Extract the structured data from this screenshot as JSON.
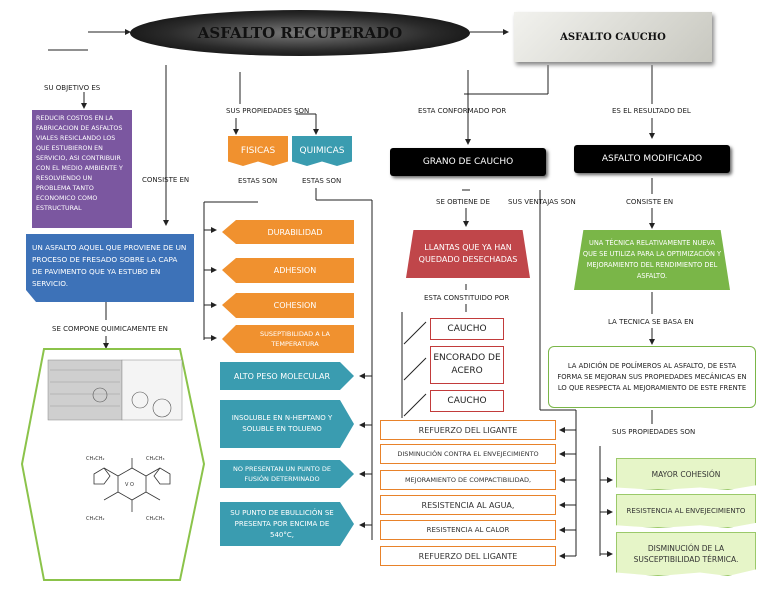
{
  "title": "ASFALTO RECUPERADO",
  "caucho_title": "ASFALTO CAUCHO",
  "su_objetivo": "SU OBJETIVO ES",
  "objetivo_text": "REDUCIR COSTOS EN LA FABRICACION DE ASFALTOS VIALES RESICLANDO LOS QUE ESTUBIERON EN SERVICIO, ASI CONTRIBUIR CON EL MEDIO AMBIENTE Y RESOLVIENDO UN PROBLEMA TANTO ECONOMICO COMO ESTRUCTURAL",
  "consiste_en": "CONSISTE EN",
  "definition": "UN ASFALTO AQUEL QUE PROVIENE DE UN PROCESO DE FRESADO SOBRE LA CAPA DE PAVIMENTO QUE YA ESTUBO EN SERVICIO.",
  "se_compone": "SE COMPONE QUIMICAMENTE EN",
  "sus_propiedades": "SUS PROPIEDADES SON",
  "fisicas": "FISICAS",
  "quimicas": "QUIMICAS",
  "estas_son": "ESTAS SON",
  "fisicas_items": [
    "DURABILIDAD",
    "ADHESION",
    "COHESION",
    "SUSEPTIBILIDAD A LA TEMPERATURA"
  ],
  "quimicas_items": [
    "ALTO PESO MOLECULAR",
    "INSOLUBLE EN N-HEPTANO Y SOLUBLE EN TOLUENO",
    "NO PRESENTAN UN PUNTO DE FUSIÓN DETERMINADO",
    "SU PUNTO DE EBULLICIÓN SE PRESENTA POR ENCIMA DE 540°C,"
  ],
  "esta_conformado": "ESTA CONFORMADO POR",
  "grano": "GRANO DE CAUCHO",
  "se_obtiene": "SE OBTIENE DE",
  "llantas": "LLANTAS QUE YA HAN QUEDADO DESECHADAS",
  "esta_constituido": "ESTA CONSTITUIDO POR",
  "constituido_items": [
    "CAUCHO",
    "ENCORADO DE ACERO",
    "CAUCHO"
  ],
  "sus_ventajas": "SUS VENTAJAS SON",
  "ventajas_items": [
    "REFUERZO DEL LIGANTE",
    "DISMINUCIÓN CONTRA EL ENVEJECIMIENTO",
    "MEJORAMIENTO DE COMPACTIBILIDAD,",
    "RESISTENCIA AL AGUA,",
    "RESISTENCIA AL CALOR",
    "REFUERZO DEL LIGANTE"
  ],
  "es_resultado": "ES EL RESULTADO DEL",
  "modificado": "ASFALTO MODIFICADO",
  "consiste_en2": "CONSISTE EN",
  "tecnica": "UNA TÉCNICA RELATIVAMENTE NUEVA QUE SE UTILIZA PARA LA OPTIMIZACIÓN Y MEJORAMIENTO DEL RENDIMIENTO DEL ASFALTO.",
  "tecnica_basa": "LA TECNICA SE BASA EN",
  "adicion": "LA ADICIÓN DE POLÍMEROS AL ASFALTO, DE ESTA FORMA SE MEJORAN SUS PROPIEDADES MECÁNICAS EN LO QUE RESPECTA AL MEJORAMIENTO DE ESTE FRENTE",
  "sus_propiedades2": "SUS PROPIEDADES SON",
  "propiedades_items": [
    "MAYOR COHESIÓN",
    "RESISTENCIA AL ENVEJECIMIENTO",
    "DISMINUCIÓN DE LA SUSCEPTIBILIDAD TÉRMICA."
  ]
}
